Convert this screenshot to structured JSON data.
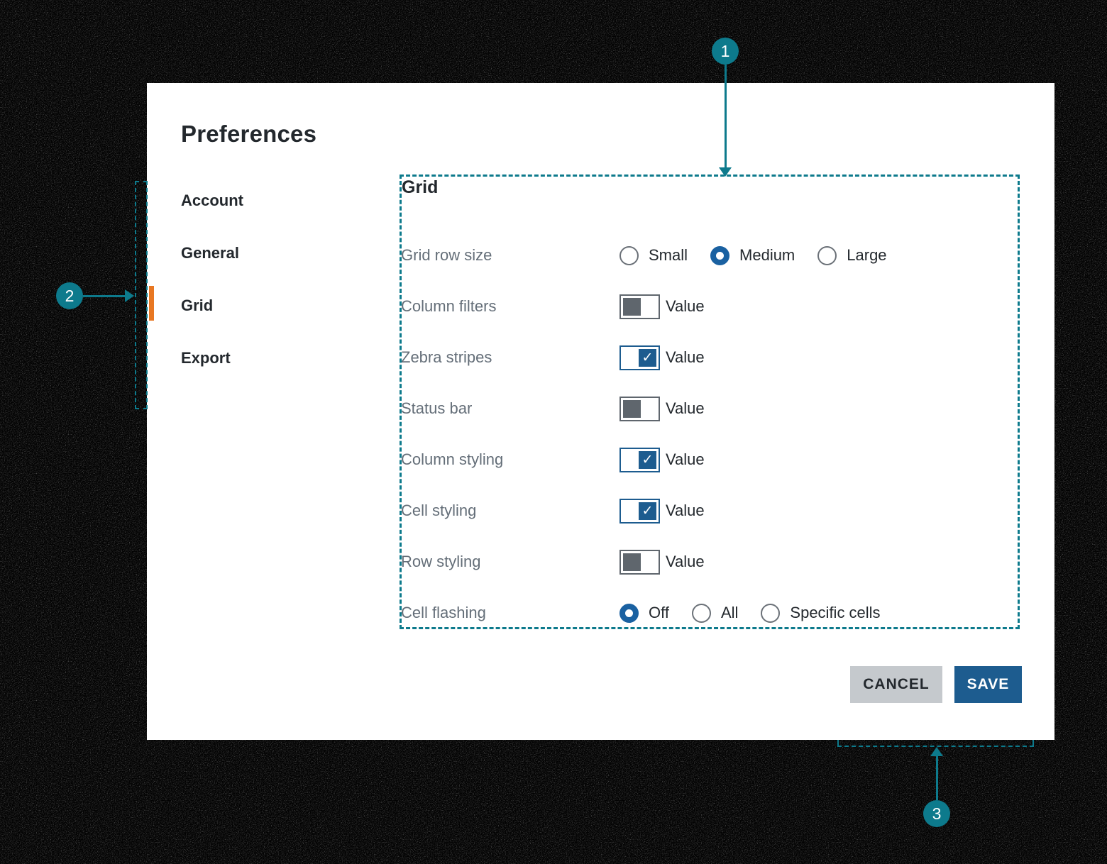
{
  "colors": {
    "accent_teal": "#0d7a8c",
    "brand_blue": "#1d5c8f",
    "radio_blue": "#1a61a1",
    "active_indicator_orange": "#e87722",
    "label_gray": "#646e78",
    "text_dark": "#23282d",
    "cancel_gray": "#c5c9cd"
  },
  "icons": {
    "check": "✓"
  },
  "dialog": {
    "title": "Preferences",
    "sidebar": {
      "items": [
        {
          "label": "Account",
          "active": false
        },
        {
          "label": "General",
          "active": false
        },
        {
          "label": "Grid",
          "active": true
        },
        {
          "label": "Export",
          "active": false
        }
      ]
    },
    "panel": {
      "heading": "Grid",
      "rows": [
        {
          "label": "Grid row size",
          "type": "radio-group",
          "options": [
            "Small",
            "Medium",
            "Large"
          ],
          "selected": "Medium"
        },
        {
          "label": "Column filters",
          "type": "toggle",
          "checked": false,
          "value_label": "Value"
        },
        {
          "label": "Zebra stripes",
          "type": "toggle",
          "checked": true,
          "value_label": "Value"
        },
        {
          "label": "Status bar",
          "type": "toggle",
          "checked": false,
          "value_label": "Value"
        },
        {
          "label": "Column styling",
          "type": "toggle",
          "checked": true,
          "value_label": "Value"
        },
        {
          "label": "Cell styling",
          "type": "toggle",
          "checked": true,
          "value_label": "Value"
        },
        {
          "label": "Row styling",
          "type": "toggle",
          "checked": false,
          "value_label": "Value"
        },
        {
          "label": "Cell flashing",
          "type": "radio-group",
          "options": [
            "Off",
            "All",
            "Specific cells"
          ],
          "selected": "Off"
        }
      ]
    },
    "footer": {
      "cancel_label": "CANCEL",
      "save_label": "SAVE"
    }
  },
  "annotations": {
    "markers": [
      {
        "number": "1"
      },
      {
        "number": "2"
      },
      {
        "number": "3"
      }
    ]
  }
}
